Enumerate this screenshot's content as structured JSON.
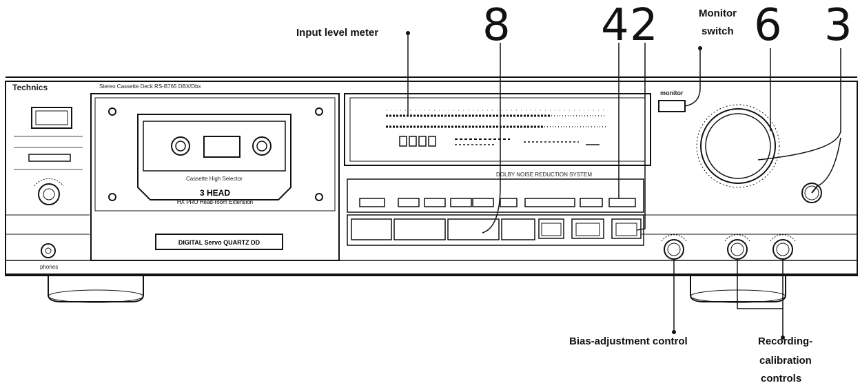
{
  "callouts": {
    "input_level_meter": "Input level meter",
    "monitor_switch_line1": "Monitor",
    "monitor_switch_line2": "switch",
    "bias_adjustment": "Bias-adjustment control",
    "recording_calibration_line1": "Recording-",
    "recording_calibration_line2": "calibration",
    "recording_calibration_line3": "controls"
  },
  "numbers": {
    "n8": "8",
    "n4": "4",
    "n2": "2",
    "n6": "6",
    "n3": "3"
  },
  "device_text": {
    "brand": "Technics",
    "model_line": "Stereo Cassette Deck RS-B765 DBX/Dbx",
    "cassette_type": "Cassette High Selector",
    "head_title": "3 HEAD",
    "head_sub": "HX PRO Head-room Extension",
    "quartz": "DIGITAL Servo QUARTZ DD",
    "dolby": "DOLBY NOISE REDUCTION SYSTEM",
    "monitor_key": "monitor",
    "phones": "phones"
  }
}
